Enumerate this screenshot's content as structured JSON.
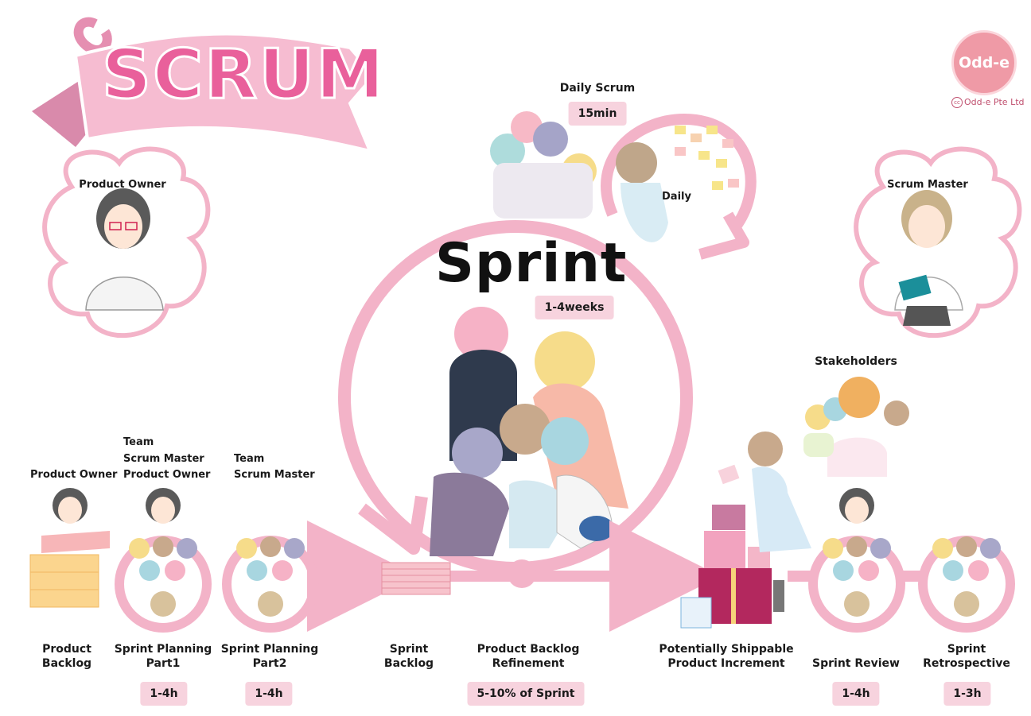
{
  "title": "SCRUM",
  "sprint": {
    "title": "Sprint",
    "duration": "1-4weeks"
  },
  "daily_scrum": {
    "label": "Daily Scrum",
    "duration": "15min",
    "board": "Daily"
  },
  "brand": {
    "logo": "Odd-e",
    "copyright": "Odd-e Pte Ltd"
  },
  "roles": {
    "product_owner": "Product Owner",
    "scrum_master": "Scrum Master",
    "stakeholders": "Stakeholders"
  },
  "bottom_top_labels": {
    "product_owner": "Product Owner",
    "planning1_roles": [
      "Team",
      "Scrum Master",
      "Product Owner"
    ],
    "planning2_roles": [
      "Team",
      "Scrum Master"
    ]
  },
  "stages": [
    {
      "name": [
        "Product",
        "Backlog"
      ],
      "time": ""
    },
    {
      "name": [
        "Sprint Planning",
        "Part1"
      ],
      "time": "1-4h"
    },
    {
      "name": [
        "Sprint Planning",
        "Part2"
      ],
      "time": "1-4h"
    },
    {
      "name": [
        "Sprint",
        "Backlog"
      ],
      "time": ""
    },
    {
      "name": [
        "Product Backlog",
        "Refinement"
      ],
      "time": "5-10% of Sprint"
    },
    {
      "name": [
        "Potentially Shippable",
        "Product Increment"
      ],
      "time": ""
    },
    {
      "name": [
        "",
        "Sprint Review"
      ],
      "time": "1-4h"
    },
    {
      "name": [
        "Sprint",
        "Retrospective"
      ],
      "time": "1-3h"
    }
  ],
  "colors": {
    "pink": "#f3b3c8",
    "pink_dark": "#e9609b",
    "badge": "#f7d3de",
    "box": "#fbd58e",
    "box_top": "#f7b6b8"
  },
  "icons": [
    "ribbon-banner",
    "cloud-frame",
    "person-figure",
    "sticky-note",
    "gift-box",
    "stack-of-cards"
  ]
}
